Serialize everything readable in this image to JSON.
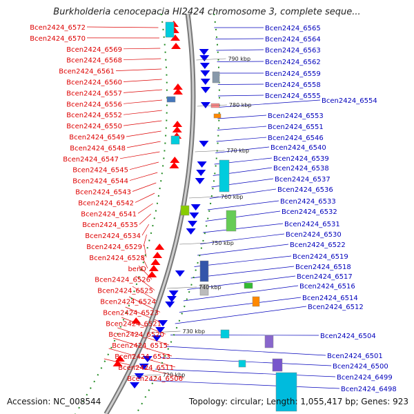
{
  "title": "Burkholderia cenocepacia HI2424 chromosome 3, complete seque...",
  "footer": {
    "accession": "Accession: NC_008544",
    "summary": "Topology: circular; Length: 1,055,417 bp; Genes: 923"
  },
  "colors": {
    "left_label": "#dd0000",
    "right_label": "#0000bb",
    "forward_strand": "#ff0000",
    "reverse_strand": "#0000ee",
    "backbone": "#999999",
    "tick": "#228b22"
  },
  "left_labels": [
    "Bcen2424_6572",
    "Bcen2424_6570",
    "Bcen2424_6569",
    "Bcen2424_6568",
    "Bcen2424_6561",
    "Bcen2424_6560",
    "Bcen2424_6557",
    "Bcen2424_6556",
    "Bcen2424_6552",
    "Bcen2424_6550",
    "Bcen2424_6549",
    "Bcen2424_6548",
    "Bcen2424_6547",
    "Bcen2424_6545",
    "Bcen2424_6544",
    "Bcen2424_6543",
    "Bcen2424_6542",
    "Bcen2424_6541",
    "Bcen2424_6535",
    "Bcen2424_6534",
    "Bcen2424_6529",
    "Bcen2424_6528",
    "benD",
    "Bcen2424_6526",
    "Bcen2424_6525",
    "Bcen2424_6524",
    "Bcen2424_6523",
    "Bcen2424_6521",
    "Bcen2424_6520",
    "Bcen2424_6515",
    "Bcen2424_6513",
    "Bcen2424_6511",
    "Bcen2424_6506"
  ],
  "right_labels": [
    "Bcen2424_6565",
    "Bcen2424_6564",
    "Bcen2424_6563",
    "Bcen2424_6562",
    "Bcen2424_6559",
    "Bcen2424_6558",
    "Bcen2424_6555",
    "Bcen2424_6554",
    "Bcen2424_6553",
    "Bcen2424_6551",
    "Bcen2424_6546",
    "Bcen2424_6540",
    "Bcen2424_6539",
    "Bcen2424_6538",
    "Bcen2424_6537",
    "Bcen2424_6536",
    "Bcen2424_6533",
    "Bcen2424_6532",
    "Bcen2424_6531",
    "Bcen2424_6530",
    "Bcen2424_6522",
    "Bcen2424_6519",
    "Bcen2424_6518",
    "Bcen2424_6517",
    "Bcen2424_6516",
    "Bcen2424_6514",
    "Bcen2424_6512",
    "Bcen2424_6504",
    "Bcen2424_6501",
    "Bcen2424_6500",
    "Bcen2424_6499",
    "Bcen2424_6498"
  ],
  "kbp_ticks": [
    "790 kbp",
    "780 kbp",
    "770 kbp",
    "760 kbp",
    "750 kbp",
    "740 kbp",
    "730 kbp",
    "720 kbp"
  ]
}
